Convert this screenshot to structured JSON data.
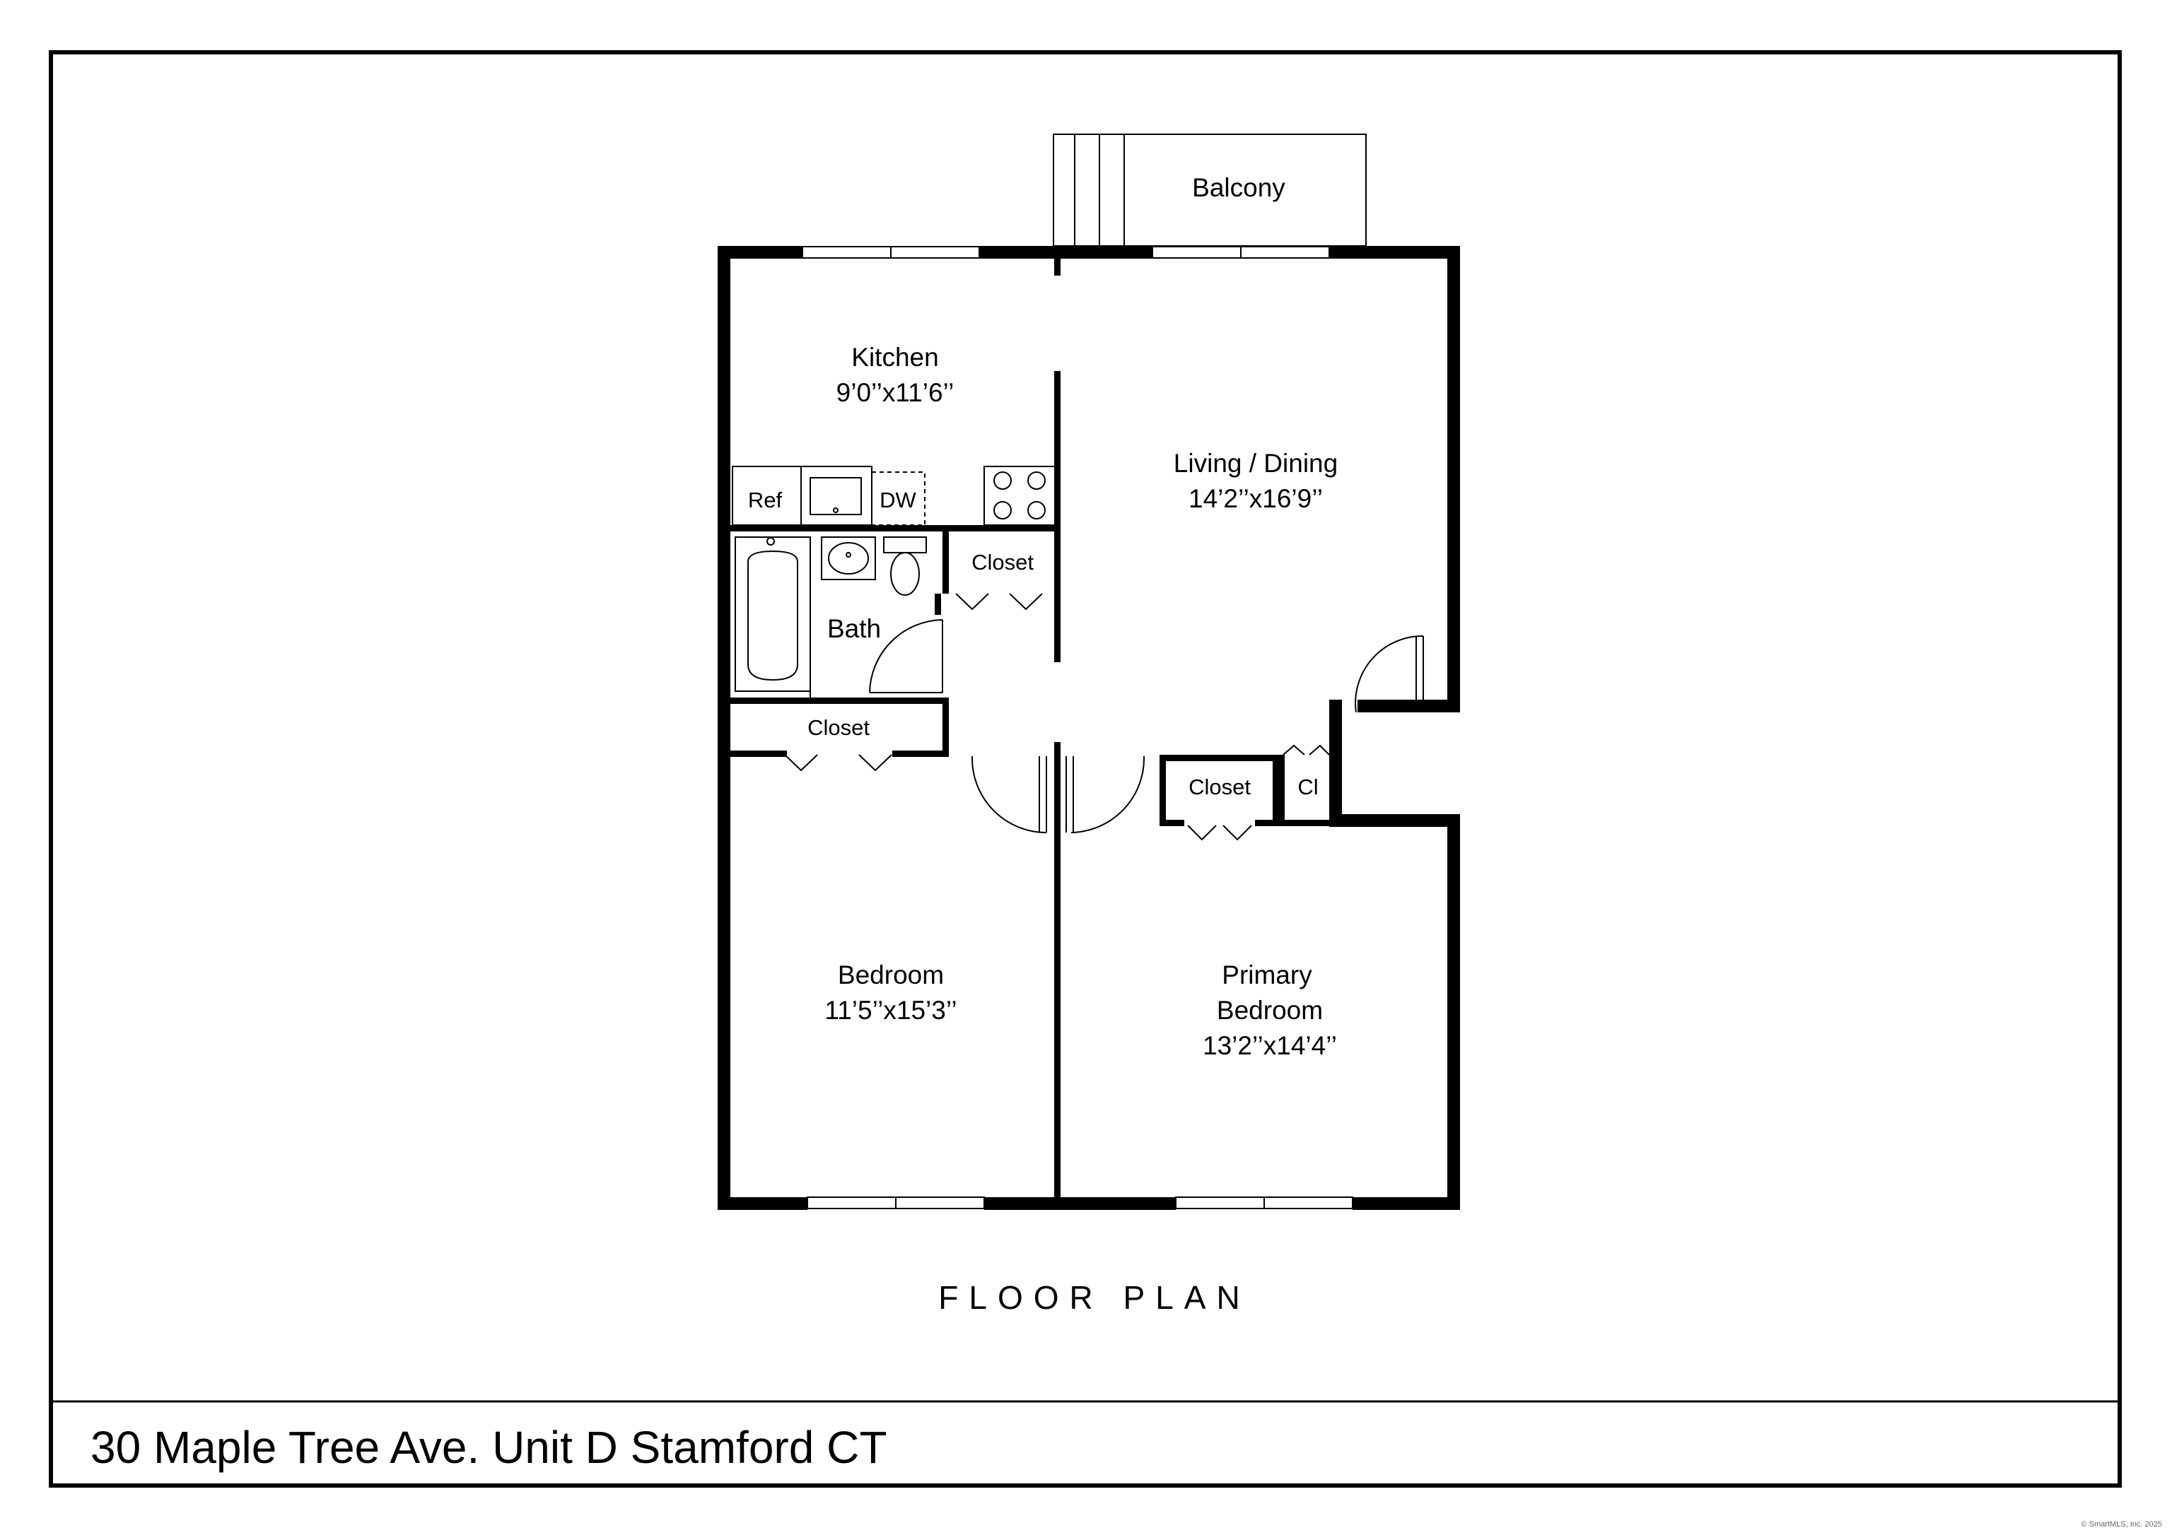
{
  "rooms": {
    "balcony": "Balcony",
    "kitchen": {
      "name": "Kitchen",
      "dims": "9’0’’x11’6’’"
    },
    "living": {
      "name": "Living / Dining",
      "dims": "14’2’’x16’9’’"
    },
    "bath": "Bath",
    "bedroom": {
      "name": "Bedroom",
      "dims": "11’5’’x15’3’’"
    },
    "primary": {
      "name1": "Primary",
      "name2": "Bedroom",
      "dims": "13’2’’x14’4’’"
    },
    "closet_hall": "Closet",
    "closet_bed": "Closet",
    "closet_primary": "Closet",
    "closet_small": "Cl"
  },
  "fixtures": {
    "ref": "Ref",
    "dw": "DW"
  },
  "caption": "FLOOR PLAN",
  "address": "30 Maple Tree Ave. Unit D Stamford CT",
  "copyright": "© SmartMLS, Inc. 2025"
}
